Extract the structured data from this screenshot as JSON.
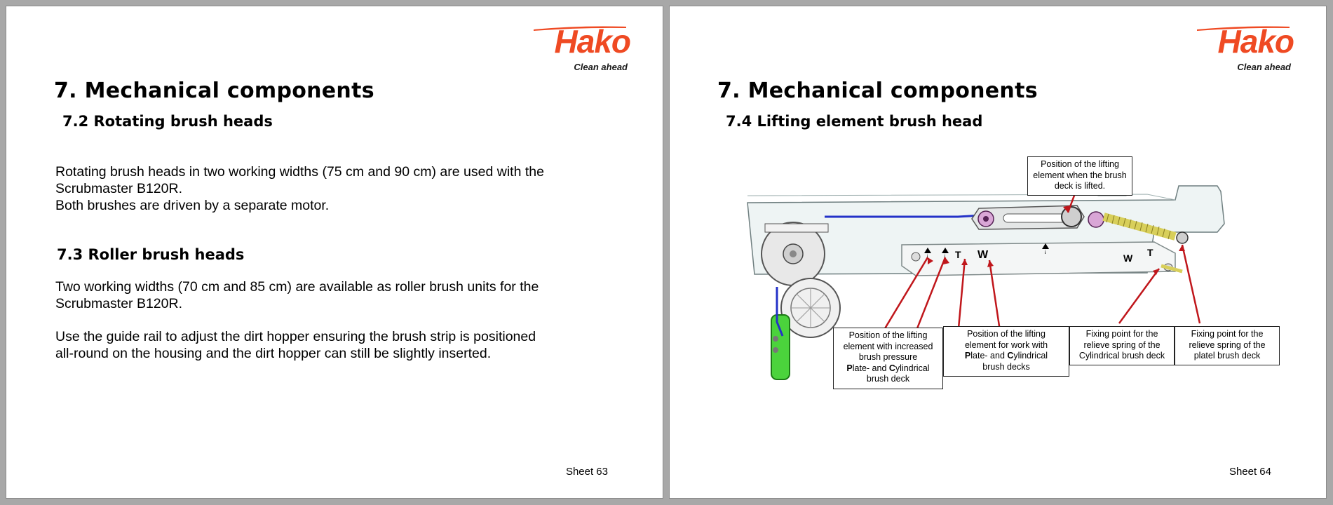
{
  "brand": {
    "name": "Hako",
    "tagline": "Clean ahead",
    "color": "#ef4a23"
  },
  "sheets": [
    {
      "title": "7.  Mechanical components",
      "sections": [
        {
          "heading": "7.2 Rotating brush heads",
          "paragraphs": [
            [
              "Rotating brush heads in two working widths (75 cm and 90 cm) are used with the",
              "Scrubmaster B120R.",
              "Both brushes are driven by a separate motor."
            ]
          ]
        },
        {
          "heading": "7.3 Roller brush heads",
          "paragraphs": [
            [
              "Two working widths (70 cm and 85 cm) are available as roller brush units for the",
              "Scrubmaster B120R."
            ],
            [
              "Use the guide rail to adjust the dirt hopper ensuring the brush strip is positioned",
              "all-round on the housing and the dirt hopper can still be slightly inserted."
            ]
          ]
        }
      ],
      "sheet_label": "Sheet 63"
    },
    {
      "title": "7.  Mechanical components",
      "sections": [
        {
          "heading": "7.4 Lifting element brush head"
        }
      ],
      "diagram": {
        "marks": [
          "T",
          "T",
          "W",
          "W"
        ],
        "callouts": {
          "lifted": [
            "Position of the lifting",
            "element when the brush",
            "deck is lifted."
          ],
          "pressure": {
            "lines": [
              "Position of the lifting",
              "element with increased",
              "brush pressure"
            ],
            "p_initial": "P",
            "p_rest": "late- and ",
            "c_initial": "C",
            "c_rest": "ylindrical",
            "last": "brush deck"
          },
          "work": {
            "lines": [
              "Position of the lifting",
              "element for work with"
            ],
            "p_initial": "P",
            "p_rest": "late- and ",
            "c_initial": "C",
            "c_rest": "ylindrical",
            "last": "brush decks"
          },
          "fix_cyl": [
            "Fixing point for the",
            "relieve spring of the",
            "Cylindrical brush deck"
          ],
          "fix_plate": [
            "Fixing point for the",
            "relieve spring of the",
            "platel brush deck"
          ]
        }
      },
      "sheet_label": "Sheet 64"
    }
  ]
}
